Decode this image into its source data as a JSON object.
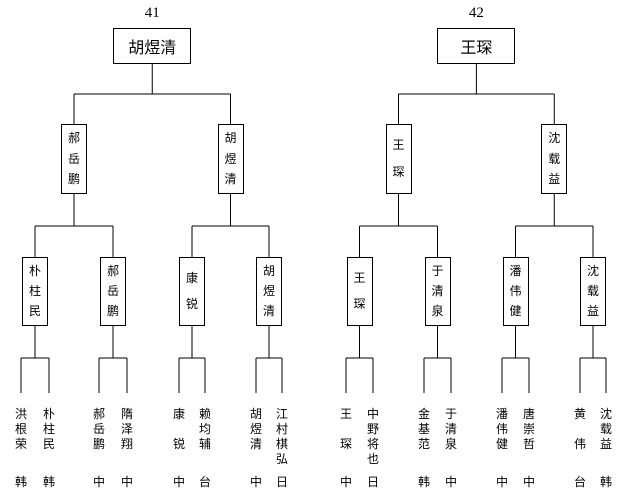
{
  "brackets": [
    {
      "number": "41",
      "champion": "胡煜清",
      "semis": [
        "郝岳鹏",
        "胡煜清"
      ],
      "quarters": [
        "朴柱民",
        "郝岳鹏",
        "康锐",
        "胡煜清"
      ],
      "players": [
        {
          "name": "洪根荣",
          "flag": "韩"
        },
        {
          "name": "朴柱民",
          "flag": "韩"
        },
        {
          "name": "郝岳鹏",
          "flag": "中"
        },
        {
          "name": "隋泽翔",
          "flag": "中"
        },
        {
          "name": "康锐",
          "flag": "中"
        },
        {
          "name": "赖均辅",
          "flag": "台"
        },
        {
          "name": "胡煜清",
          "flag": "中"
        },
        {
          "name": "江村棋弘",
          "flag": "日"
        }
      ]
    },
    {
      "number": "42",
      "champion": "王琛",
      "semis": [
        "王琛",
        "沈载益"
      ],
      "quarters": [
        "王琛",
        "于清泉",
        "潘伟健",
        "沈载益"
      ],
      "players": [
        {
          "name": "王琛",
          "flag": "中"
        },
        {
          "name": "中野将也",
          "flag": "日"
        },
        {
          "name": "金基范",
          "flag": "韩"
        },
        {
          "name": "于清泉",
          "flag": "中"
        },
        {
          "name": "潘伟健",
          "flag": "中"
        },
        {
          "name": "唐崇哲",
          "flag": "中"
        },
        {
          "name": "黄伟",
          "flag": "台"
        },
        {
          "name": "沈载益",
          "flag": "韩"
        }
      ]
    }
  ]
}
